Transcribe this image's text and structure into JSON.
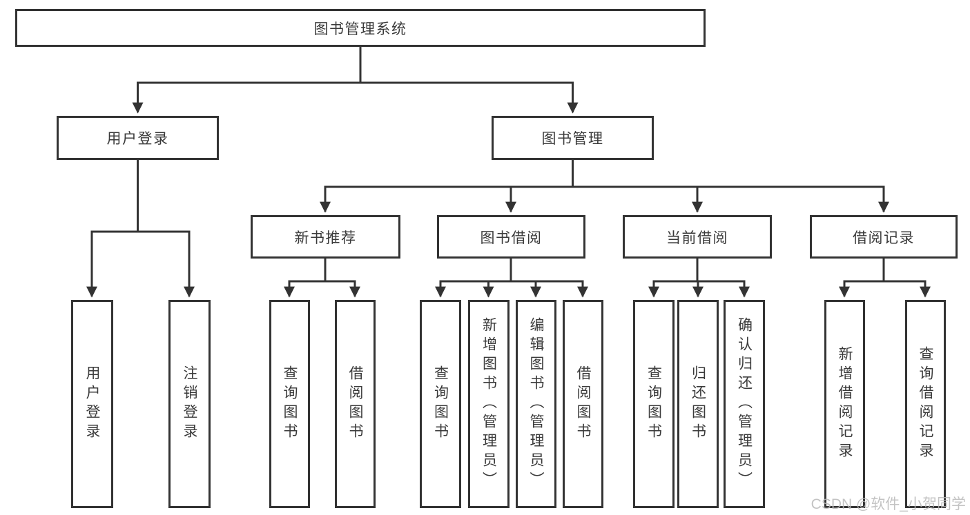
{
  "diagram": {
    "type": "hierarchy-tree",
    "root": {
      "label": "图书管理系统"
    },
    "branches": [
      {
        "label": "用户登录",
        "children": [
          {
            "label": "用户登录"
          },
          {
            "label": "注销登录"
          }
        ]
      },
      {
        "label": "图书管理",
        "children": [
          {
            "label": "新书推荐",
            "children": [
              {
                "label": "查询图书"
              },
              {
                "label": "借阅图书"
              }
            ]
          },
          {
            "label": "图书借阅",
            "children": [
              {
                "label": "查询图书"
              },
              {
                "label": "新增图书（管理员）"
              },
              {
                "label": "编辑图书（管理员）"
              },
              {
                "label": "借阅图书"
              }
            ]
          },
          {
            "label": "当前借阅",
            "children": [
              {
                "label": "查询图书"
              },
              {
                "label": "归还图书"
              },
              {
                "label": "确认归还（管理员）"
              }
            ]
          },
          {
            "label": "借阅记录",
            "children": [
              {
                "label": "新增借阅记录"
              },
              {
                "label": "查询借阅记录"
              }
            ]
          }
        ]
      }
    ]
  },
  "watermark": {
    "text": "CSDN @软件_小贺同学"
  },
  "colors": {
    "line": "#333333",
    "text": "#3a3a3a",
    "background": "#ffffff",
    "watermark": "#b9b9b9"
  }
}
